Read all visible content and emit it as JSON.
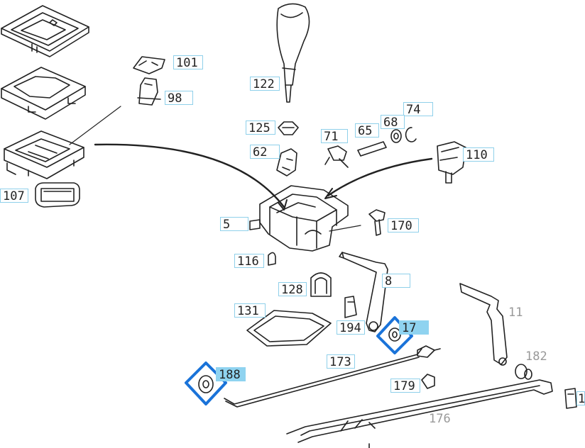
{
  "callouts": {
    "c101": "101",
    "c98": "98",
    "c122": "122",
    "c74": "74",
    "c68": "68",
    "c65": "65",
    "c125": "125",
    "c71": "71",
    "c62": "62",
    "c110": "110",
    "c107": "107",
    "c5": "5",
    "c170": "170",
    "c116": "116",
    "c8": "8",
    "c128": "128",
    "c11": "11",
    "c131": "131",
    "c194": "194",
    "c17": "17",
    "c182": "182",
    "c173": "173",
    "c188": "188",
    "c179": "179",
    "c176": "176",
    "c1": "1"
  },
  "colors": {
    "line": "#222222",
    "callout_border": "#8fd0ea",
    "highlight_fill": "#8fd3f0",
    "marker": "#1a73d9",
    "muted": "#999999"
  }
}
